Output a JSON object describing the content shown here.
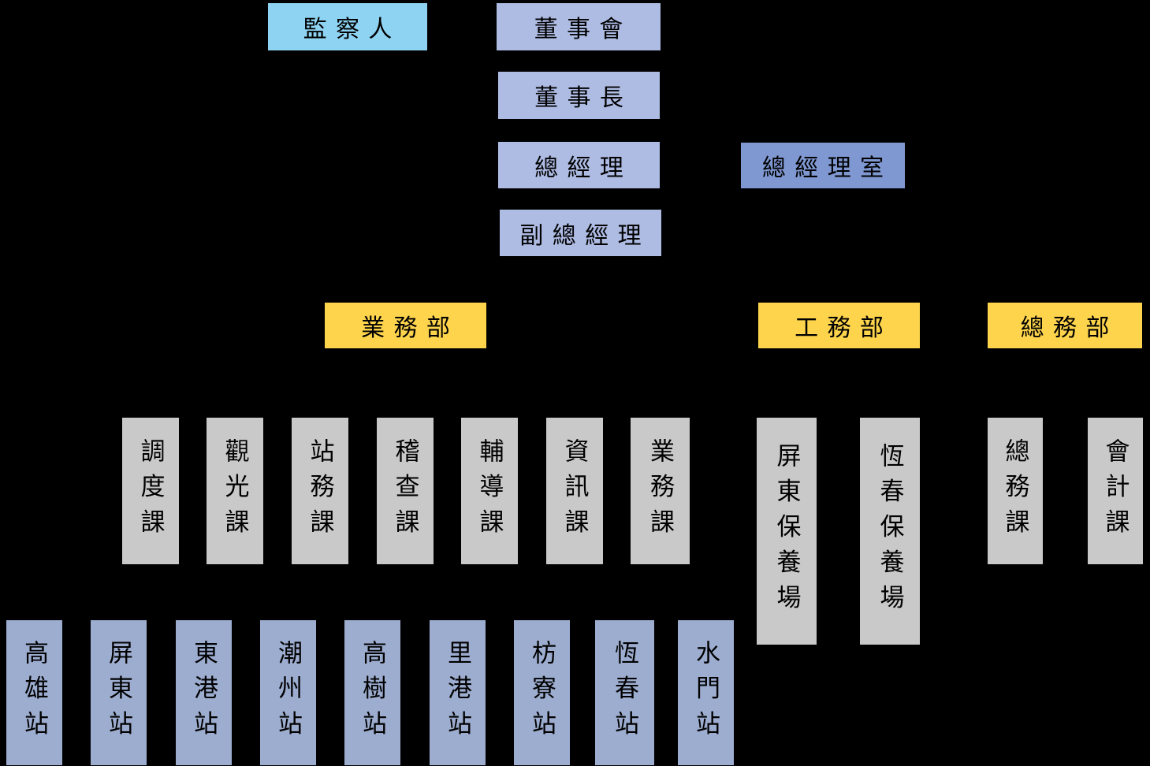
{
  "org": {
    "supervisor": "監察人",
    "board": "董事會",
    "chairman": "董事長",
    "general_manager": "總經理",
    "gm_office": "總經理室",
    "deputy_gm": "副總經理",
    "departments": [
      {
        "name": "業務部",
        "units": [
          "調度課",
          "觀光課",
          "站務課",
          "稽查課",
          "輔導課",
          "資訊課",
          "業務課"
        ]
      },
      {
        "name": "工務部",
        "units": [
          "屏東保養場",
          "恆春保養場"
        ]
      },
      {
        "name": "總務部",
        "units": [
          "總務課",
          "會計課"
        ]
      }
    ],
    "stations": [
      "高雄站",
      "屏東站",
      "東港站",
      "潮州站",
      "高樹站",
      "里港站",
      "枋寮站",
      "恆春站",
      "水門站"
    ]
  },
  "colors": {
    "background": "#000000",
    "supervisor": "#8ed3f2",
    "executive": "#aebce4",
    "gm_office": "#7f98d2",
    "department": "#fdd44c",
    "unit": "#c9c9c9",
    "station": "#9dadd0",
    "text": "#000000"
  }
}
